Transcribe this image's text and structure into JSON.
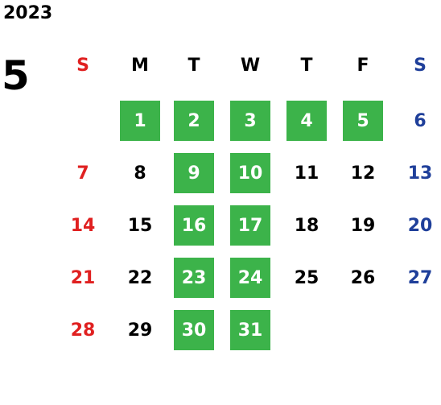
{
  "year": "2023",
  "month": "5",
  "weekday_headers": [
    "S",
    "M",
    "T",
    "W",
    "T",
    "F",
    "S"
  ],
  "days": [
    [
      "",
      "1",
      "2",
      "3",
      "4",
      "5",
      "6"
    ],
    [
      "7",
      "8",
      "9",
      "10",
      "11",
      "12",
      "13"
    ],
    [
      "14",
      "15",
      "16",
      "17",
      "18",
      "19",
      "20"
    ],
    [
      "21",
      "22",
      "23",
      "24",
      "25",
      "26",
      "27"
    ],
    [
      "28",
      "29",
      "30",
      "31",
      "",
      "",
      ""
    ]
  ],
  "highlighted_days": [
    "1",
    "2",
    "3",
    "4",
    "5",
    "9",
    "10",
    "16",
    "17",
    "23",
    "24",
    "30",
    "31"
  ],
  "colors": {
    "sunday": "#e02020",
    "saturday": "#1f3f9a",
    "weekday": "#000000",
    "highlight_bg": "#3cb34a",
    "highlight_text": "#ffffff"
  }
}
